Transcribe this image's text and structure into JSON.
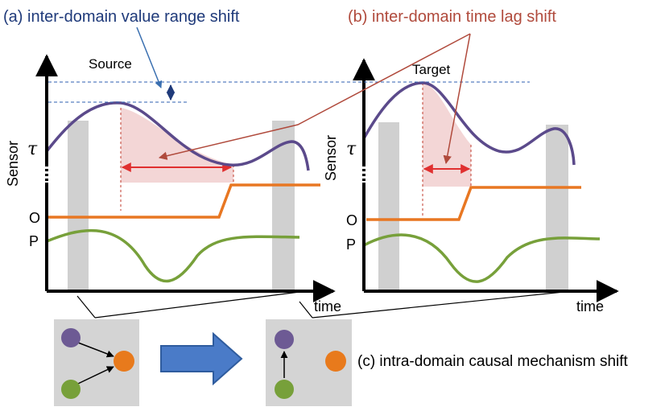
{
  "captions": {
    "a": "(a) inter-domain value range shift",
    "b": "(b) inter-domain time lag shift",
    "c": "(c) intra-domain causal mechanism shift"
  },
  "panels": {
    "source": {
      "title": "Source",
      "y_label": "Sensor",
      "x_label": "time",
      "tau": "τ",
      "o": "O",
      "p": "P"
    },
    "target": {
      "title": "Target",
      "y_label": "Sensor",
      "x_label": "time",
      "tau": "τ",
      "o": "O",
      "p": "P"
    }
  },
  "colors": {
    "caption_a": "#1f3a7a",
    "caption_b": "#b04a3c",
    "tau_curve": "#5b4a8b",
    "o_curve": "#e87722",
    "p_curve": "#77a03a",
    "grey_band": "#d0d0d0",
    "shade": "#f3d6d6",
    "arrow_red": "#e03030",
    "arrow_blue": "#3a6fb0",
    "causal_bg": "#d4d4d4"
  },
  "causal_graphs": {
    "source": {
      "edges": [
        "purple->orange",
        "green->orange"
      ]
    },
    "target": {
      "edges": [
        "green->purple"
      ]
    }
  },
  "icons": {
    "shift_arrow": "right-arrow-icon"
  }
}
